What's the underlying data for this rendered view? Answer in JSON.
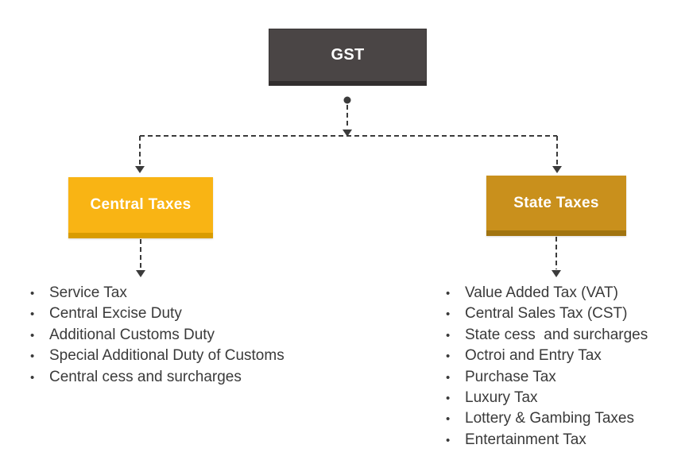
{
  "diagram": {
    "title_node": {
      "label": "GST"
    },
    "branch_nodes": {
      "central": {
        "label": "Central Taxes"
      },
      "state": {
        "label": "State Taxes"
      }
    },
    "central_list": {
      "items": [
        "Service Tax",
        "Central Excise Duty",
        "Additional Customs Duty",
        "Special Additional Duty of Customs",
        "Central cess and surcharges"
      ]
    },
    "state_list": {
      "items": [
        "Value Added Tax (VAT)",
        "Central Sales Tax (CST)",
        "State cess  and surcharges",
        "Octroi and Entry Tax",
        "Purchase Tax",
        "Luxury Tax",
        "Lottery & Gambing Taxes",
        "Entertainment Tax"
      ]
    },
    "bullet_glyph": "•",
    "colors": {
      "gst_node_fill": "#4A4545",
      "gst_node_edge": "#322E2E",
      "central_node_fill": "#F9B414",
      "central_node_edge": "#D99C00",
      "state_node_fill": "#C9901C",
      "state_node_edge": "#A17410",
      "connector": "#3B3B3B",
      "list_text": "#3A3A3A"
    }
  }
}
